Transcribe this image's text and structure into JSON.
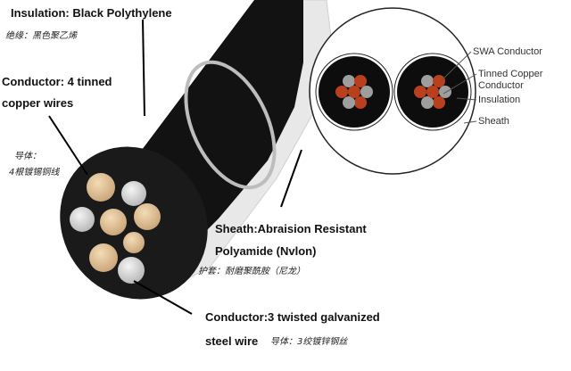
{
  "left_diagram": {
    "insulation": {
      "label": "Insulation: Black Polythylene",
      "cn": "绝缘：黑色聚乙烯"
    },
    "conductor_copper": {
      "label_line1": "Conductor: 4 tinned",
      "label_line2": "copper wires",
      "cn_line1": "导体：",
      "cn_line2": "4根镀锡铜线"
    },
    "sheath": {
      "label_line1": "Sheath:Abraision Resistant",
      "label_line2": "Polyamide (Nvlon)",
      "cn": "护套：耐磨聚酰胺（尼龙）"
    },
    "conductor_steel": {
      "label_line1": "Conductor:3 twisted galvanized",
      "label_line2": "steel wire",
      "cn": "导体：3绞镀锌钢丝"
    }
  },
  "right_diagram": {
    "labels": [
      "SWA Conductor",
      "Tinned Copper",
      "Conductor",
      "Insulation",
      "Sheath"
    ]
  },
  "colors": {
    "black": "#111111",
    "copper": "#d9b98c",
    "steel": "#c9c9c9",
    "outer_sheath": "#e6e6e6",
    "copper_red": "#b8401f"
  }
}
